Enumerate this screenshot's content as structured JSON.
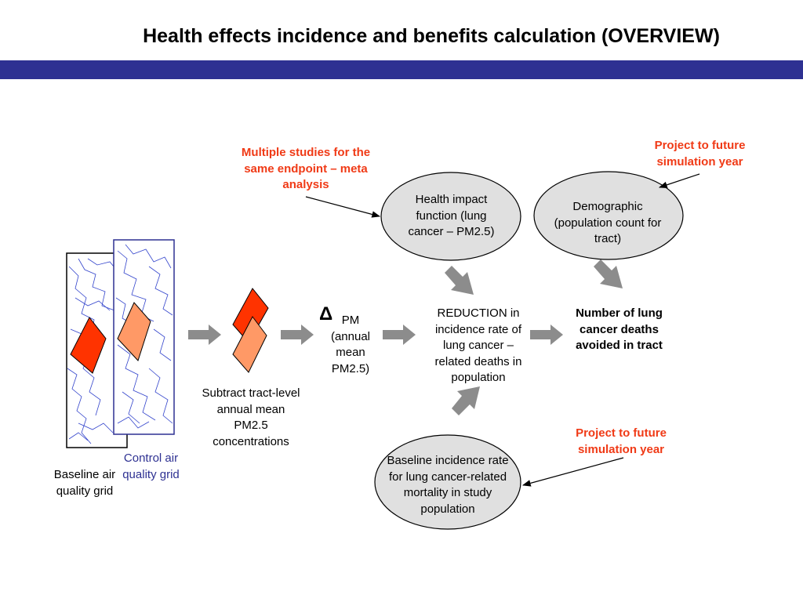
{
  "title": "Health effects incidence and benefits calculation (OVERVIEW)",
  "annotations": {
    "meta_analysis": "Multiple studies for the same endpoint – meta analysis",
    "project_future_top": "Project to future simulation year",
    "project_future_bottom": "Project to future simulation year"
  },
  "nodes": {
    "health_impact_function": "Health impact function (lung cancer – PM2.5)",
    "demographic": "Demographic (population count for tract)",
    "baseline_incidence": "Baseline incidence rate for lung cancer-related mortality in study population",
    "delta_symbol": "Δ",
    "delta_pm": "PM (annual mean PM2.5)",
    "reduction": "REDUCTION in incidence rate of lung cancer – related deaths in population",
    "result": "Number of lung cancer deaths avoided in tract",
    "subtract": "Subtract tract-level annual mean PM2.5 concentrations",
    "baseline_grid": "Baseline air quality grid",
    "control_grid": "Control air quality grid"
  },
  "colors": {
    "band": "#2e3192",
    "annotation_red": "#f03a16",
    "control_blue": "#2e3192",
    "tract_red": "#ff3300",
    "tract_orange": "#ff9966",
    "arrow_gray": "#8c8c8c",
    "ellipse_fill": "#e0e0e0"
  }
}
